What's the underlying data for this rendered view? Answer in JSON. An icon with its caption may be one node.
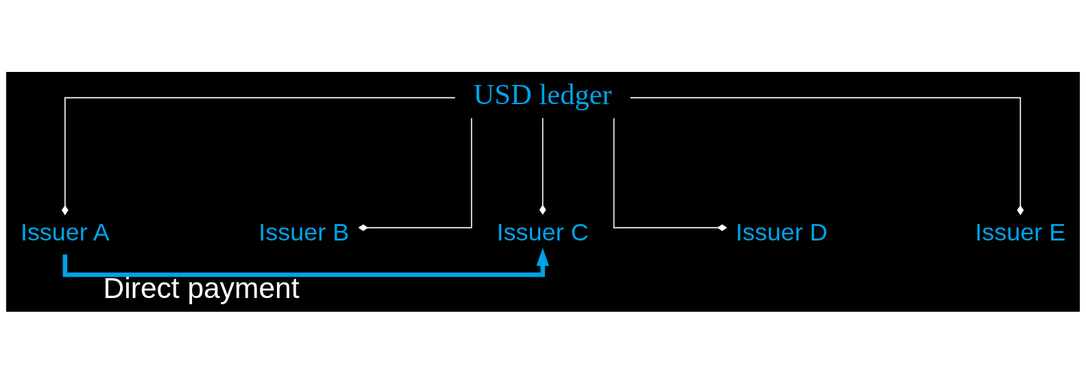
{
  "diagram": {
    "nodes": [
      {
        "text": [
          "USD ledger"
        ]
      },
      {
        "text": [
          "Issuer A"
        ]
      },
      {
        "text": [
          "Issuer B"
        ]
      },
      {
        "text": [
          "Issuer C"
        ]
      },
      {
        "text": [
          "Issuer D"
        ]
      },
      {
        "text": [
          "Issuer E"
        ]
      }
    ],
    "edges": [
      {
        "from": 0,
        "to": 1,
        "arrow": "other"
      },
      {
        "from": 0,
        "to": 2,
        "arrow": "other"
      },
      {
        "from": 0,
        "to": 3,
        "arrow": "other"
      },
      {
        "from": 0,
        "to": 4,
        "arrow": "other"
      },
      {
        "from": 0,
        "to": 5,
        "arrow": "other"
      },
      {
        "from": 1,
        "to": 3,
        "arrow": "to",
        "label": "Direct payment",
        "style": "thick",
        "color": "#00a3e8"
      }
    ]
  }
}
